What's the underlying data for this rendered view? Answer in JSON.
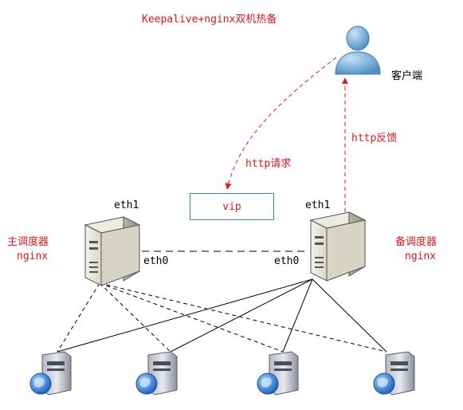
{
  "title": "Keepalive+nginx双机热备",
  "client": {
    "label": "客户端"
  },
  "arrows": {
    "response_label": "http反馈",
    "request_label": "http请求"
  },
  "vip": {
    "label": "vip"
  },
  "master": {
    "name": "主调度器",
    "service": "nginx",
    "eth1": "eth1",
    "eth0": "eth0"
  },
  "backup": {
    "name": "备调度器",
    "service": "nginx",
    "eth1": "eth1",
    "eth0": "eth0"
  },
  "colors": {
    "accent": "#e0171c",
    "box_border": "#3b86b0"
  },
  "backend_servers": [
    {
      "icon": "web-server-icon"
    },
    {
      "icon": "web-server-icon"
    },
    {
      "icon": "web-server-icon"
    },
    {
      "icon": "web-server-icon"
    }
  ]
}
